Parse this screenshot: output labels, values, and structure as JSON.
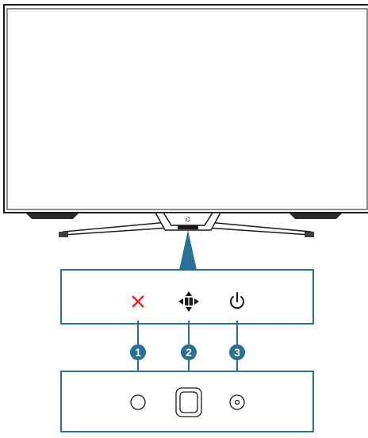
{
  "colors": {
    "outline": "#1a1a1a",
    "accent_blue": "#2a6f96",
    "close_red": "#e8242b",
    "bezel": "#ffffff",
    "stand": "#3c3c3c"
  },
  "monitor": {
    "logo_icon": "rog-logo-icon"
  },
  "buttons": [
    {
      "number": "1",
      "function_icon": "close-x-icon",
      "physical_icon": "round-button-icon"
    },
    {
      "number": "2",
      "function_icon": "five-way-navigation-icon",
      "physical_icon": "joystick-button-icon"
    },
    {
      "number": "3",
      "function_icon": "power-icon",
      "physical_icon": "power-button-icon"
    }
  ]
}
